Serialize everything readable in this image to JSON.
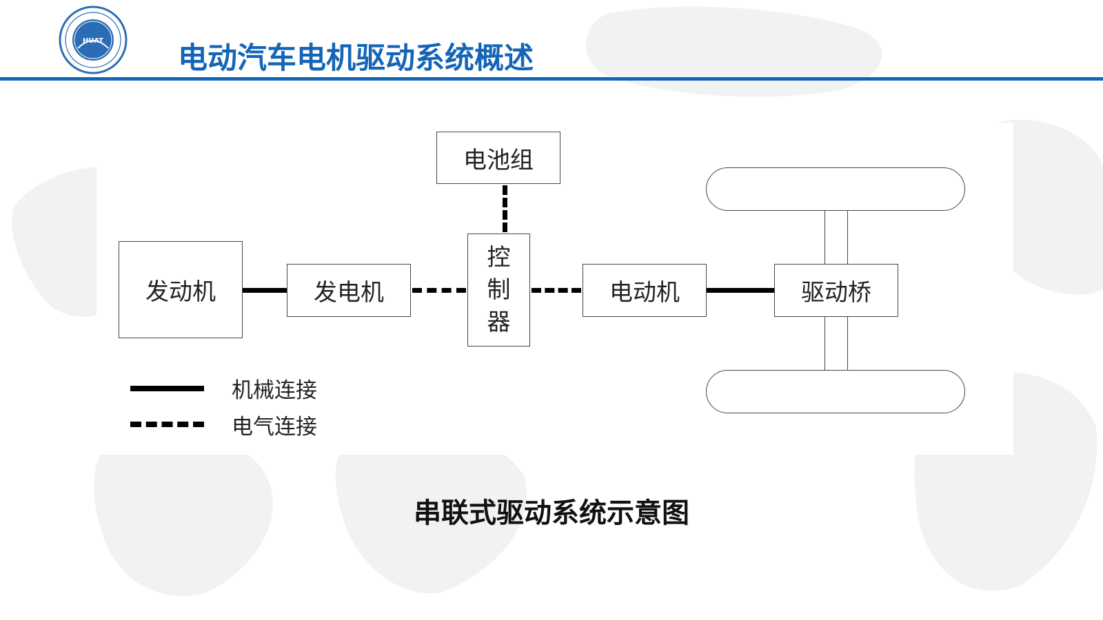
{
  "header": {
    "title": "电动汽车电机驱动系统概述",
    "logo_text": "HUAT",
    "accent_color": "#1565b7"
  },
  "diagram": {
    "nodes": {
      "battery": "电池组",
      "engine": "发动机",
      "generator": "发电机",
      "controller": [
        "控",
        "制",
        "器"
      ],
      "motor": "电动机",
      "drive_axle": "驱动桥"
    },
    "legend": {
      "mechanical": "机械连接",
      "electrical": "电气连接"
    },
    "caption": "串联式驱动系统示意图"
  }
}
